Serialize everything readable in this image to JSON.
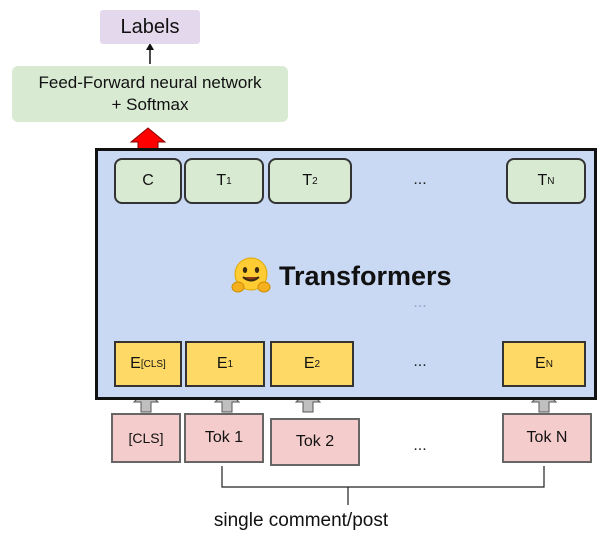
{
  "output": {
    "labels": "Labels",
    "ffnn_line1": "Feed-Forward neural network",
    "ffnn_line2": "+ Softmax"
  },
  "transformer": {
    "title": "Transformers",
    "icon": "hugging-face-emoji-icon",
    "top_row": [
      {
        "base": "C",
        "sub": ""
      },
      {
        "base": "T",
        "sub": "1"
      },
      {
        "base": "T",
        "sub": "2"
      },
      {
        "base": "T",
        "sub": "N"
      }
    ],
    "embedding_row": [
      {
        "base": "E",
        "sub": "[CLS]"
      },
      {
        "base": "E",
        "sub": "1"
      },
      {
        "base": "E",
        "sub": "2"
      },
      {
        "base": "E",
        "sub": "N"
      }
    ],
    "ellipsis": "..."
  },
  "tokens": [
    "[CLS]",
    "Tok 1",
    "Tok 2",
    "Tok N"
  ],
  "caption": "single comment/post",
  "colors": {
    "panel": "#c9d8f3",
    "top_box": "#d9ead3",
    "embedding_box": "#ffd966",
    "token_box": "#f4cccc",
    "labels_box": "#e4d9ec",
    "output_arrow": "#ff0000"
  }
}
